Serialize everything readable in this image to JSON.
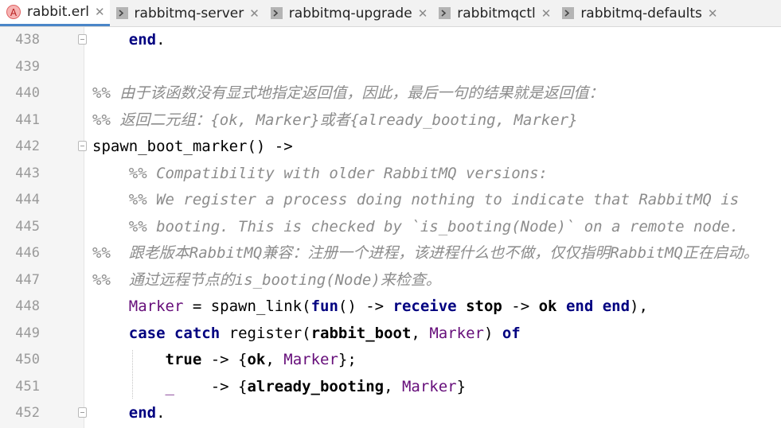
{
  "tabs": [
    {
      "label": "rabbit.erl",
      "icon": "erlang-file-icon",
      "active": true
    },
    {
      "label": "rabbitmq-server",
      "icon": "shell-script-icon",
      "active": false
    },
    {
      "label": "rabbitmq-upgrade",
      "icon": "shell-script-icon",
      "active": false
    },
    {
      "label": "rabbitmqctl",
      "icon": "shell-script-icon",
      "active": false
    },
    {
      "label": "rabbitmq-defaults",
      "icon": "shell-script-icon",
      "active": false
    }
  ],
  "erl_icon_letter": "A",
  "editor": {
    "line_numbers": [
      "438",
      "439",
      "440",
      "441",
      "442",
      "443",
      "444",
      "445",
      "446",
      "447",
      "448",
      "449",
      "450",
      "451",
      "452"
    ],
    "lines": [
      [
        {
          "t": "    "
        },
        {
          "t": "end",
          "c": "kw"
        },
        {
          "t": "."
        }
      ],
      [],
      [
        {
          "t": "%% 由于该函数没有显式地指定返回值，因此，最后一句的结果就是返回值：",
          "c": "cm"
        }
      ],
      [
        {
          "t": "%% 返回二元组：{ok, Marker}或者{already_booting, Marker}",
          "c": "cm"
        }
      ],
      [
        {
          "t": "spawn_boot_marker() ->"
        }
      ],
      [
        {
          "t": "    "
        },
        {
          "t": "%% Compatibility with older RabbitMQ versions:",
          "c": "cm"
        }
      ],
      [
        {
          "t": "    "
        },
        {
          "t": "%% We register a process doing nothing to indicate that RabbitMQ is",
          "c": "cm"
        }
      ],
      [
        {
          "t": "    "
        },
        {
          "t": "%% booting. This is checked by `is_booting(Node)` on a remote node.",
          "c": "cm"
        }
      ],
      [
        {
          "t": "%%  跟老版本RabbitMQ兼容：注册一个进程，该进程什么也不做，仅仅指明RabbitMQ正在启动。",
          "c": "cm"
        }
      ],
      [
        {
          "t": "%%  通过远程节点的is_booting(Node)来检查。",
          "c": "cm"
        }
      ],
      [
        {
          "t": "    "
        },
        {
          "t": "Marker",
          "c": "var"
        },
        {
          "t": " = spawn_link("
        },
        {
          "t": "fun",
          "c": "kw"
        },
        {
          "t": "() -> "
        },
        {
          "t": "receive",
          "c": "kw"
        },
        {
          "t": " "
        },
        {
          "t": "stop",
          "c": "atom"
        },
        {
          "t": " -> "
        },
        {
          "t": "ok",
          "c": "atom"
        },
        {
          "t": " "
        },
        {
          "t": "end",
          "c": "kw"
        },
        {
          "t": " "
        },
        {
          "t": "end",
          "c": "kw"
        },
        {
          "t": "),"
        }
      ],
      [
        {
          "t": "    "
        },
        {
          "t": "case",
          "c": "kw"
        },
        {
          "t": " "
        },
        {
          "t": "catch",
          "c": "kw"
        },
        {
          "t": " register("
        },
        {
          "t": "rabbit_boot",
          "c": "atom"
        },
        {
          "t": ", "
        },
        {
          "t": "Marker",
          "c": "var"
        },
        {
          "t": ") "
        },
        {
          "t": "of",
          "c": "kw"
        }
      ],
      [
        {
          "t": "        "
        },
        {
          "t": "true",
          "c": "atom"
        },
        {
          "t": " -> {"
        },
        {
          "t": "ok",
          "c": "atom"
        },
        {
          "t": ", "
        },
        {
          "t": "Marker",
          "c": "var"
        },
        {
          "t": "};"
        }
      ],
      [
        {
          "t": "        "
        },
        {
          "t": "_",
          "c": "var"
        },
        {
          "t": "    -> {"
        },
        {
          "t": "already_booting",
          "c": "atom"
        },
        {
          "t": ", "
        },
        {
          "t": "Marker",
          "c": "var"
        },
        {
          "t": "}"
        }
      ],
      [
        {
          "t": "    "
        },
        {
          "t": "end",
          "c": "kw"
        },
        {
          "t": "."
        }
      ]
    ]
  }
}
